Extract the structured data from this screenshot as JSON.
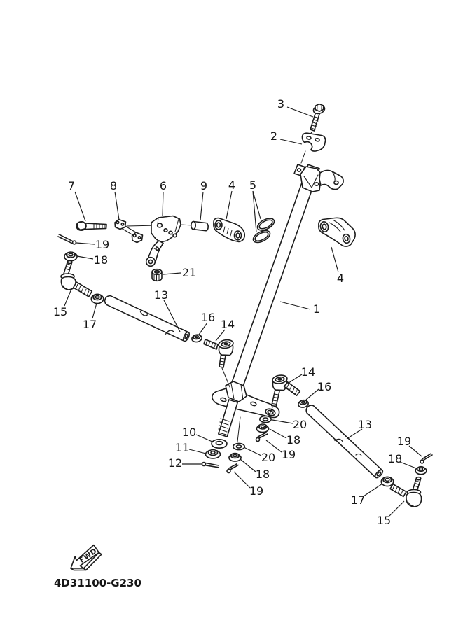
{
  "diagram": {
    "part_code": "4D31100-G230",
    "fwd_label": "FWD"
  },
  "callouts": [
    {
      "text": "3"
    },
    {
      "text": "2"
    },
    {
      "text": "7"
    },
    {
      "text": "8"
    },
    {
      "text": "6"
    },
    {
      "text": "9"
    },
    {
      "text": "4"
    },
    {
      "text": "5"
    },
    {
      "text": "19"
    },
    {
      "text": "18"
    },
    {
      "text": "21"
    },
    {
      "text": "15"
    },
    {
      "text": "17"
    },
    {
      "text": "13"
    },
    {
      "text": "16"
    },
    {
      "text": "14"
    },
    {
      "text": "1"
    },
    {
      "text": "4"
    },
    {
      "text": "14"
    },
    {
      "text": "16"
    },
    {
      "text": "20"
    },
    {
      "text": "18"
    },
    {
      "text": "19"
    },
    {
      "text": "10"
    },
    {
      "text": "11"
    },
    {
      "text": "12"
    },
    {
      "text": "20"
    },
    {
      "text": "18"
    },
    {
      "text": "19"
    },
    {
      "text": "13"
    },
    {
      "text": "19"
    },
    {
      "text": "18"
    },
    {
      "text": "17"
    },
    {
      "text": "15"
    }
  ]
}
